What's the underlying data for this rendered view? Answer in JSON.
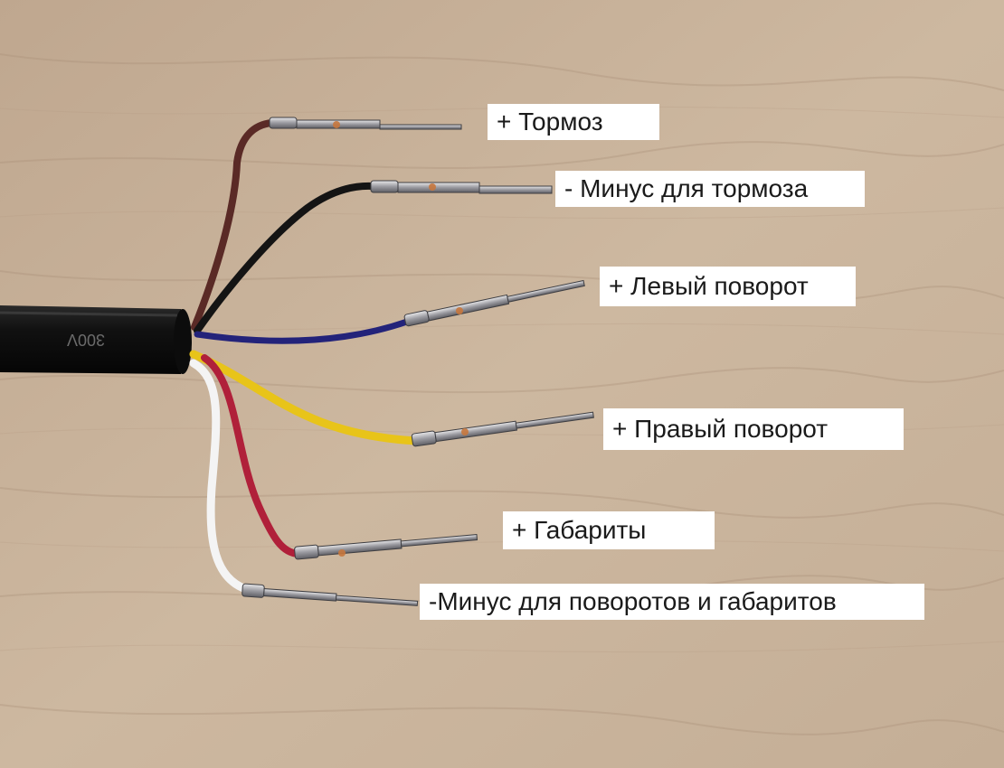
{
  "photo": {
    "background_color": "#c9b49c",
    "cable_marking": "300V",
    "wires": [
      {
        "name": "brown-wire",
        "color": "#5a2a26"
      },
      {
        "name": "black-wire",
        "color": "#141414"
      },
      {
        "name": "blue-wire",
        "color": "#23237a"
      },
      {
        "name": "yellow-wire",
        "color": "#e8c419"
      },
      {
        "name": "red-wire",
        "color": "#b0203a"
      },
      {
        "name": "white-wire",
        "color": "#f4f4f4"
      }
    ]
  },
  "labels": {
    "brake": "+ Тормоз",
    "brake_minus": "- Минус для тормоза",
    "left_turn": "+ Левый поворот",
    "right_turn": "+ Правый поворот",
    "clearance": "+ Габариты",
    "common_minus": "-Минус для поворотов и габаритов"
  }
}
